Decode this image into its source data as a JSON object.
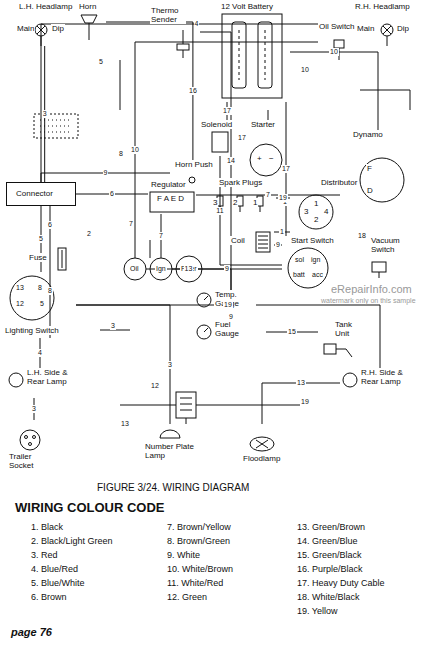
{
  "diagram": {
    "title": "WIRING COLOUR CODE",
    "caption": "FIGURE 3/24. WIRING DIAGRAM",
    "nodes": [
      {
        "text": [
          "L.H. Headlamp",
          "Main",
          "Dip"
        ]
      },
      {
        "text": [
          "Horn"
        ]
      },
      {
        "text": [
          "Thermo Sender"
        ]
      },
      {
        "text": [
          "12 Volt Battery"
        ]
      },
      {
        "text": [
          "Oil Switch"
        ]
      },
      {
        "text": [
          "R.H. Headlamp",
          "Main",
          "Dip"
        ]
      },
      {
        "text": [
          "Solenoid"
        ]
      },
      {
        "text": [
          "Starter",
          "+",
          "−"
        ]
      },
      {
        "text": [
          "Horn Push"
        ]
      },
      {
        "text": [
          "Dynamo",
          "F",
          "D"
        ]
      },
      {
        "text": [
          "Regulator",
          "F A E D"
        ]
      },
      {
        "text": [
          "Connector"
        ]
      },
      {
        "text": [
          "Spark Plugs",
          "3",
          "2",
          "1"
        ]
      },
      {
        "text": [
          "Distributor",
          "1",
          "3",
          "4",
          "2"
        ]
      },
      {
        "text": [
          "Fuse"
        ]
      },
      {
        "text": [
          "Coil"
        ]
      },
      {
        "text": [
          "Start Switch",
          "sol",
          "ign",
          "batt",
          "acc"
        ]
      },
      {
        "text": [
          "Vacuum Switch"
        ]
      },
      {
        "text": [
          "Oil"
        ]
      },
      {
        "text": [
          "Ign"
        ]
      },
      {
        "text": [
          "Filter"
        ]
      },
      {
        "text": [
          "Lighting Switch",
          "13",
          "8",
          "12",
          "5"
        ]
      },
      {
        "text": [
          "Temp. Gauge"
        ]
      },
      {
        "text": [
          "Fuel Gauge"
        ]
      },
      {
        "text": [
          "Tank Unit"
        ]
      },
      {
        "text": [
          "L.H. Side & Rear Lamp"
        ]
      },
      {
        "text": [
          "R.H. Side & Rear Lamp"
        ]
      },
      {
        "text": [
          "Trailer Socket"
        ]
      },
      {
        "text": [
          "Number Plate Lamp"
        ]
      },
      {
        "text": [
          "Floodlamp"
        ]
      }
    ],
    "edges": [
      {
        "from": 0,
        "to": 11,
        "label": "3",
        "arrow": "none"
      },
      {
        "from": 1,
        "to": 8,
        "label": "16",
        "arrow": "none"
      },
      {
        "from": 2,
        "to": 22,
        "label": "14",
        "arrow": "none"
      },
      {
        "from": 3,
        "to": 6,
        "label": "17",
        "arrow": "none"
      },
      {
        "from": 6,
        "to": 7,
        "label": "17",
        "arrow": "none"
      },
      {
        "from": 4,
        "to": 18,
        "label": "10",
        "arrow": "none"
      },
      {
        "from": 5,
        "to": 11,
        "label": "4",
        "arrow": "none"
      },
      {
        "from": 9,
        "to": 10,
        "label": "7",
        "arrow": "none"
      },
      {
        "from": 10,
        "to": 11,
        "label": "6",
        "arrow": "none"
      },
      {
        "from": 10,
        "to": 19,
        "label": "7",
        "arrow": "none"
      },
      {
        "from": 8,
        "to": 11,
        "label": "9",
        "arrow": "none"
      },
      {
        "from": 11,
        "to": 14,
        "label": "6",
        "arrow": "none"
      },
      {
        "from": 14,
        "to": 21,
        "label": "8",
        "arrow": "none"
      },
      {
        "from": 11,
        "to": 21,
        "label": "5",
        "arrow": "none"
      },
      {
        "from": 12,
        "to": 13,
        "label": "19",
        "arrow": "none"
      },
      {
        "from": 13,
        "to": 15,
        "label": "1",
        "arrow": "none"
      },
      {
        "from": 15,
        "to": 16,
        "label": "9",
        "arrow": "none"
      },
      {
        "from": 16,
        "to": 6,
        "label": "11",
        "arrow": "none"
      },
      {
        "from": 17,
        "to": 13,
        "label": "18",
        "arrow": "none"
      },
      {
        "from": 16,
        "to": 19,
        "label": "9",
        "arrow": "none"
      },
      {
        "from": 3,
        "to": 16,
        "label": "17",
        "arrow": "none"
      },
      {
        "from": 22,
        "to": 23,
        "label": "9",
        "arrow": "none"
      },
      {
        "from": 23,
        "to": 24,
        "label": "15",
        "arrow": "none"
      },
      {
        "from": 21,
        "to": 25,
        "label": "4",
        "arrow": "none"
      },
      {
        "from": 21,
        "to": 26,
        "label": "19",
        "arrow": "none"
      },
      {
        "from": 25,
        "to": 27,
        "label": "3",
        "arrow": "none"
      },
      {
        "from": 21,
        "to": 28,
        "label": "3",
        "arrow": "none"
      },
      {
        "from": 26,
        "to": 29,
        "label": "13",
        "arrow": "none"
      },
      {
        "from": 18,
        "to": 22,
        "label": "13",
        "arrow": "none"
      },
      {
        "from": 3,
        "to": 9,
        "label": "10",
        "arrow": "none"
      }
    ],
    "labels": [
      "1. Black",
      "2. Black/Light Green",
      "3. Red",
      "4. Blue/Red",
      "5. Blue/White",
      "6. Brown",
      "7. Brown/Yellow",
      "8. Brown/Green",
      "9. White",
      "10. White/Brown",
      "11. White/Red",
      "12. Green",
      "13. Green/Brown",
      "14. Green/Blue",
      "15. Green/Black",
      "16. Purple/Black",
      "17. Heavy Duty Cable",
      "18. White/Black",
      "19. Yellow",
      "page 76",
      "eRepairInfo.com",
      "watermark only on this sample",
      "5",
      "10",
      "8",
      "2",
      "7",
      "3",
      "13",
      "1",
      "12",
      "19"
    ]
  }
}
